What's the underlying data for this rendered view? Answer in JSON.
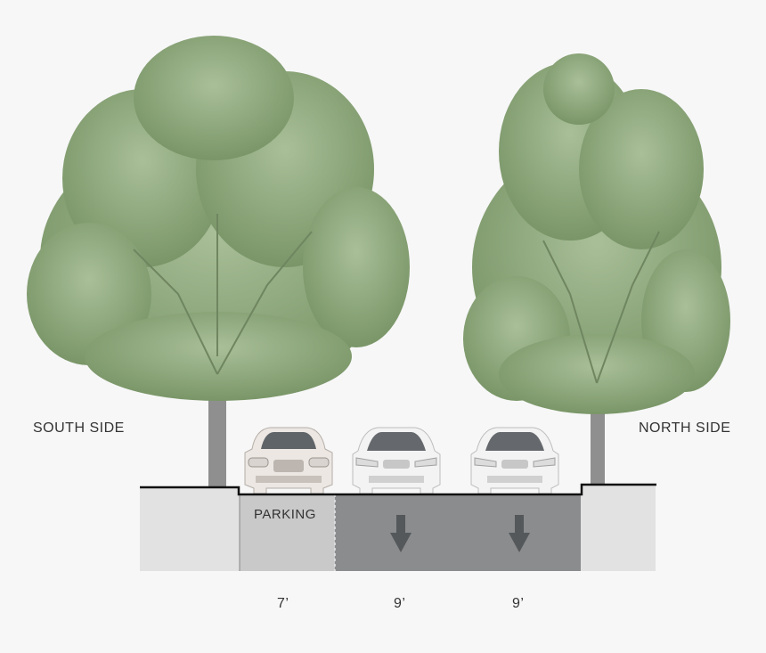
{
  "sides": {
    "left_label": "SOUTH SIDE",
    "right_label": "NORTH SIDE"
  },
  "lanes": [
    {
      "name": "PARKING",
      "width": "7’",
      "kind": "parking"
    },
    {
      "name": "",
      "width": "9’",
      "kind": "travel",
      "direction": "down"
    },
    {
      "name": "",
      "width": "9’",
      "kind": "travel",
      "direction": "down"
    }
  ],
  "icons": {
    "tree": "deciduous-tree-icon",
    "car": "sedan-front-view-icon",
    "arrow": "direction-arrow-down-icon"
  },
  "colors": {
    "background": "#f7f7f7",
    "sidewalk": "#e2e2e2",
    "parking": "#c9c9c9",
    "travel_lane": "#8a8c8e",
    "arrow": "#55585a",
    "curb_line": "#111111",
    "foliage_dark": "#6f8f5e",
    "foliage_light": "#9db38c",
    "trunk": "#8c8c8c",
    "car_body": "#f1f1f1"
  }
}
